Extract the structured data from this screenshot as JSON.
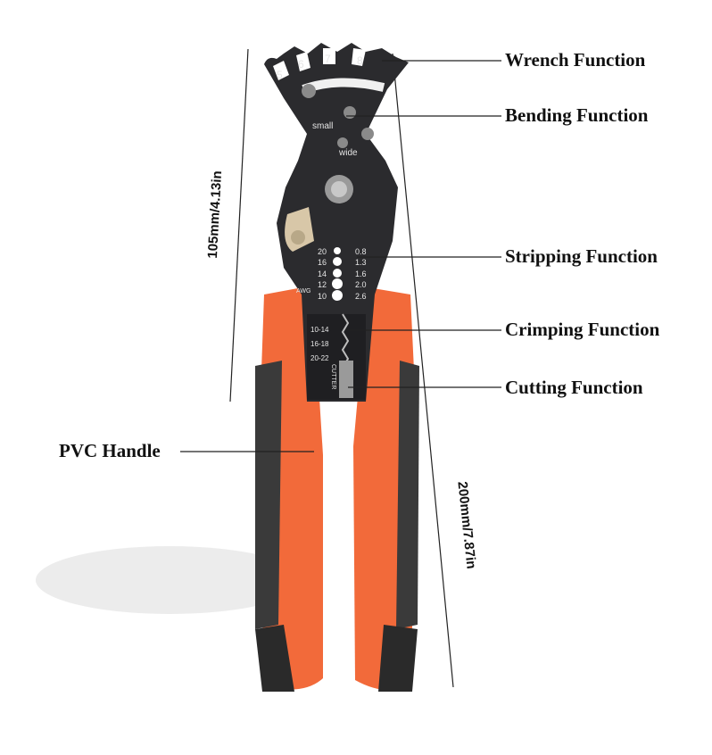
{
  "callouts": {
    "wrench": "Wrench Function",
    "bending": "Bending Function",
    "stripping": "Stripping Function",
    "crimping": "Crimping Function",
    "cutting": "Cutting Function",
    "handle": "PVC Handle"
  },
  "dimensions": {
    "head": "105mm/4.13in",
    "total": "200mm/7.87in"
  },
  "tool_markings": {
    "wrench_sizes": [
      "5",
      "6",
      "7",
      "8"
    ],
    "bend_small": "small",
    "bend_wide": "wide",
    "awg_label": "AWG",
    "awg_sizes": [
      "20",
      "16",
      "14",
      "12",
      "10"
    ],
    "mm_sizes": [
      "0.8",
      "1.3",
      "1.6",
      "2.0",
      "2.6"
    ],
    "crimp_ranges": [
      "10-14",
      "16-18",
      "20-22"
    ],
    "cutter_label": "CUTTER"
  },
  "colors": {
    "handle_orange": "#f26a3a",
    "handle_grip": "#3a3a3a",
    "steel": "#2b2b2e"
  }
}
